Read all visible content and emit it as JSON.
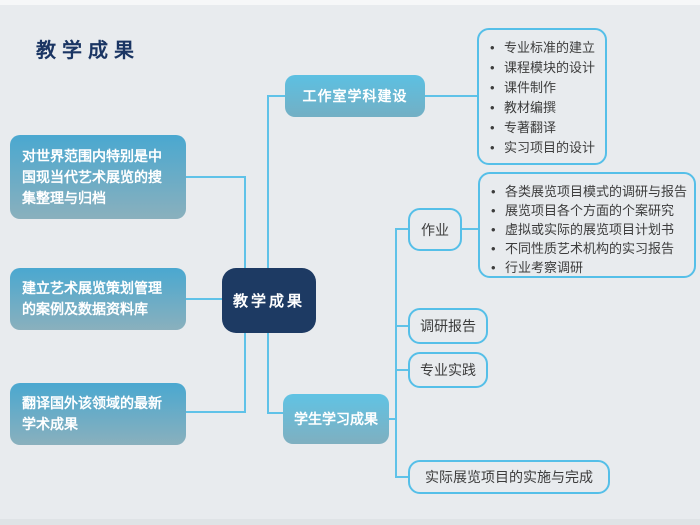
{
  "title": "教学成果",
  "center": {
    "label": "教学成果"
  },
  "left_branches": [
    {
      "label": "对世界范围内特别是中国现当代艺术展览的搜集整理与归档"
    },
    {
      "label": "建立艺术展览策划管理的案例及数据资料库"
    },
    {
      "label": "翻译国外该领域的最新学术成果"
    }
  ],
  "workshop_branch": {
    "label": "工作室学科建设",
    "items": [
      "专业标准的建立",
      "课程模块的设计",
      "课件制作",
      "教材编撰",
      "专著翻译",
      "实习项目的设计"
    ]
  },
  "student_branch": {
    "label": "学生学习成果",
    "homework": {
      "label": "作业",
      "items": [
        "各类展览项目模式的调研与报告",
        "展览项目各个方面的个案研究",
        "虚拟或实际的展览项目计划书",
        "不同性质艺术机构的实习报告",
        "行业考察调研"
      ]
    },
    "report_label": "调研报告",
    "practice_label": "专业实践",
    "implementation_label": "实际展览项目的实施与完成"
  },
  "colors": {
    "background": "#e8ebee",
    "connector": "#5fc2e8",
    "outline_border": "#55bfe8",
    "center_node_bg": "#1d3a63",
    "branch_gradient_top": "#4aa8d0",
    "branch_gradient_bottom": "#8ab0bd",
    "title_text": "#1a3563",
    "node_text": "#ffffff",
    "leaf_text": "#3c3c3c"
  }
}
